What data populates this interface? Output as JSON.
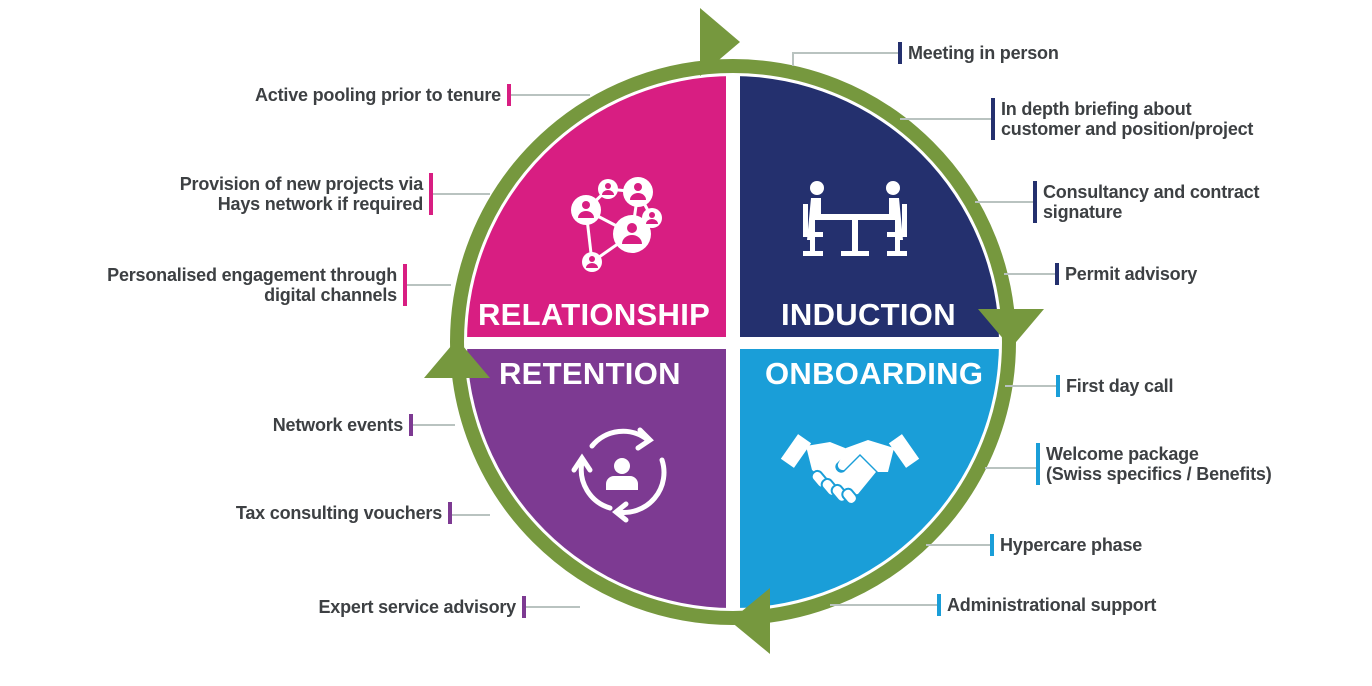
{
  "colors": {
    "relationship": "#D81E82",
    "induction": "#24306E",
    "retention": "#7D3A92",
    "onboarding": "#1A9ED8",
    "ring": "#76983E",
    "text": "#3d4043",
    "connector": "#b9c3c0"
  },
  "quadrants": {
    "relationship": {
      "title": "RELATIONSHIP",
      "icon": "network-people-icon"
    },
    "induction": {
      "title": "INDUCTION",
      "icon": "meeting-table-icon"
    },
    "retention": {
      "title": "RETENTION",
      "icon": "cycle-person-icon"
    },
    "onboarding": {
      "title": "ONBOARDING",
      "icon": "handshake-icon"
    }
  },
  "labels": {
    "relationship": [
      {
        "lines": [
          "Active pooling prior to tenure"
        ]
      },
      {
        "lines": [
          "Provision of new projects via",
          "Hays network if required"
        ]
      },
      {
        "lines": [
          "Personalised engagement through",
          "digital channels"
        ]
      }
    ],
    "retention": [
      {
        "lines": [
          "Network events"
        ]
      },
      {
        "lines": [
          "Tax consulting vouchers"
        ]
      },
      {
        "lines": [
          "Expert service advisory"
        ]
      }
    ],
    "induction": [
      {
        "lines": [
          "Meeting in person"
        ]
      },
      {
        "lines": [
          "In depth briefing about",
          "customer and position/project"
        ]
      },
      {
        "lines": [
          "Consultancy and contract",
          "signature"
        ]
      },
      {
        "lines": [
          "Permit advisory"
        ]
      }
    ],
    "onboarding": [
      {
        "lines": [
          "First day call"
        ]
      },
      {
        "lines": [
          "Welcome package",
          "(Swiss specifics / Benefits)"
        ]
      },
      {
        "lines": [
          "Hypercare phase"
        ]
      },
      {
        "lines": [
          "Administrational support"
        ]
      }
    ]
  }
}
